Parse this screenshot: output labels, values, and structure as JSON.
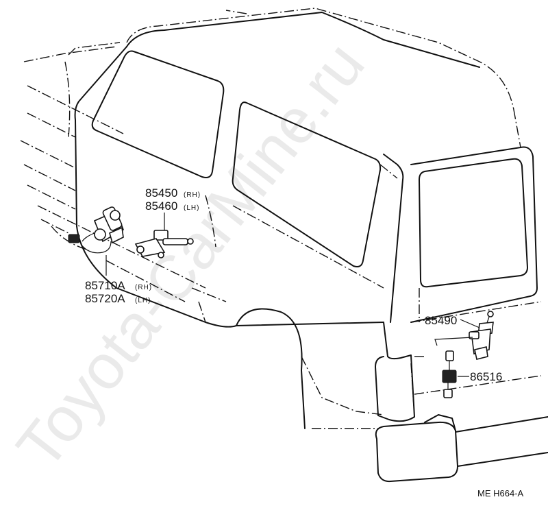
{
  "watermark": "Toyota-CarMine.ru",
  "callouts": {
    "actuator_rh_part": "85450",
    "actuator_rh_side": "(RH)",
    "actuator_lh_part": "85460",
    "actuator_lh_side": "(LH)",
    "motor_rh_part": "85710A",
    "motor_rh_side": "(RH)",
    "motor_lh_part": "85720A",
    "motor_lh_side": "(LH)",
    "back_door_part": "85490",
    "connector_part": "86516"
  },
  "reference_code": "ME  H664-A"
}
